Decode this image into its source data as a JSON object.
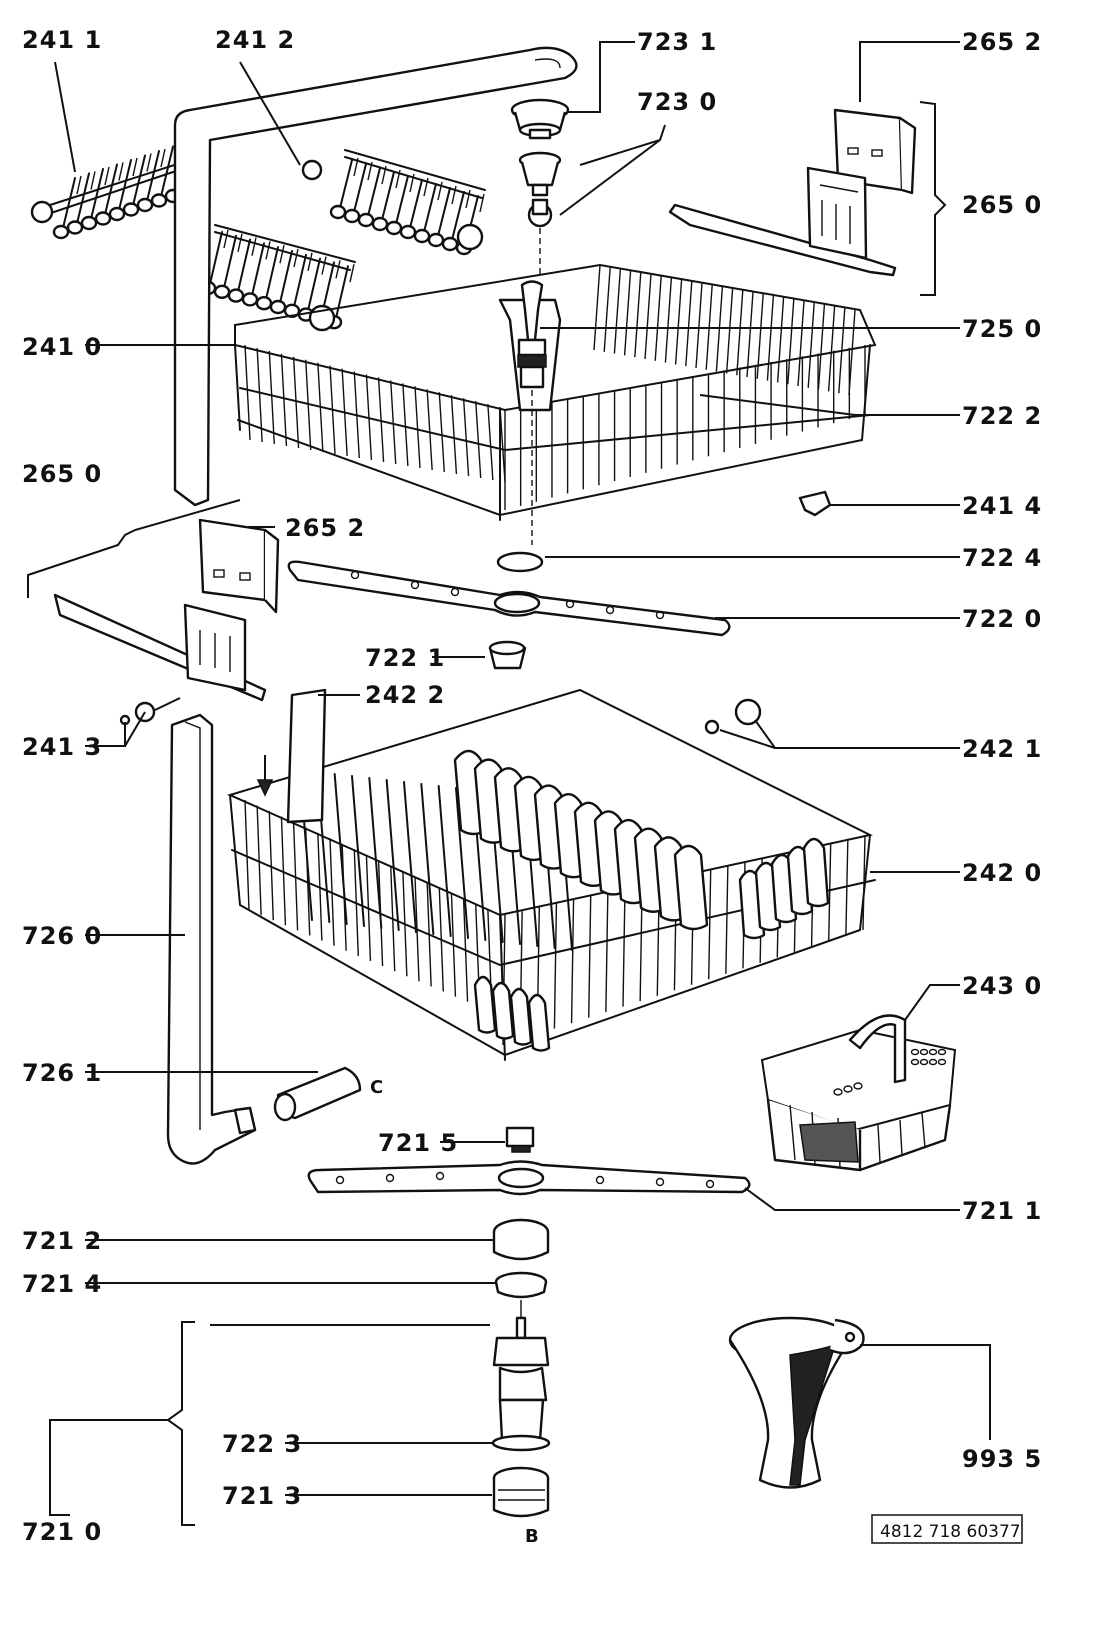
{
  "labels": [
    {
      "id": "241_1",
      "text": "241 1"
    },
    {
      "id": "241_2",
      "text": "241 2"
    },
    {
      "id": "723_1",
      "text": "723 1"
    },
    {
      "id": "723_0",
      "text": "723 0"
    },
    {
      "id": "265_2_top",
      "text": "265 2"
    },
    {
      "id": "265_0_right",
      "text": "265 0"
    },
    {
      "id": "241_0",
      "text": "241 0"
    },
    {
      "id": "725_0",
      "text": "725 0"
    },
    {
      "id": "722_2",
      "text": "722 2"
    },
    {
      "id": "265_0_left",
      "text": "265 0"
    },
    {
      "id": "265_2_left",
      "text": "265 2"
    },
    {
      "id": "241_4",
      "text": "241 4"
    },
    {
      "id": "722_4",
      "text": "722 4"
    },
    {
      "id": "722_0",
      "text": "722 0"
    },
    {
      "id": "722_1",
      "text": "722 1"
    },
    {
      "id": "242_2",
      "text": "242 2"
    },
    {
      "id": "241_3",
      "text": "241 3"
    },
    {
      "id": "242_1",
      "text": "242 1"
    },
    {
      "id": "242_0",
      "text": "242 0"
    },
    {
      "id": "726_0",
      "text": "726 0"
    },
    {
      "id": "243_0",
      "text": "243 0"
    },
    {
      "id": "726_1",
      "text": "726 1"
    },
    {
      "id": "721_5",
      "text": "721 5"
    },
    {
      "id": "721_1",
      "text": "721 1"
    },
    {
      "id": "721_2",
      "text": "721 2"
    },
    {
      "id": "721_4",
      "text": "721 4"
    },
    {
      "id": "722_3",
      "text": "722 3"
    },
    {
      "id": "721_3",
      "text": "721 3"
    },
    {
      "id": "721_0",
      "text": "721 0"
    },
    {
      "id": "993_5",
      "text": "993 5"
    }
  ],
  "markers": {
    "c": "C",
    "b": "B"
  },
  "drawing_number": "4812 718 60377"
}
